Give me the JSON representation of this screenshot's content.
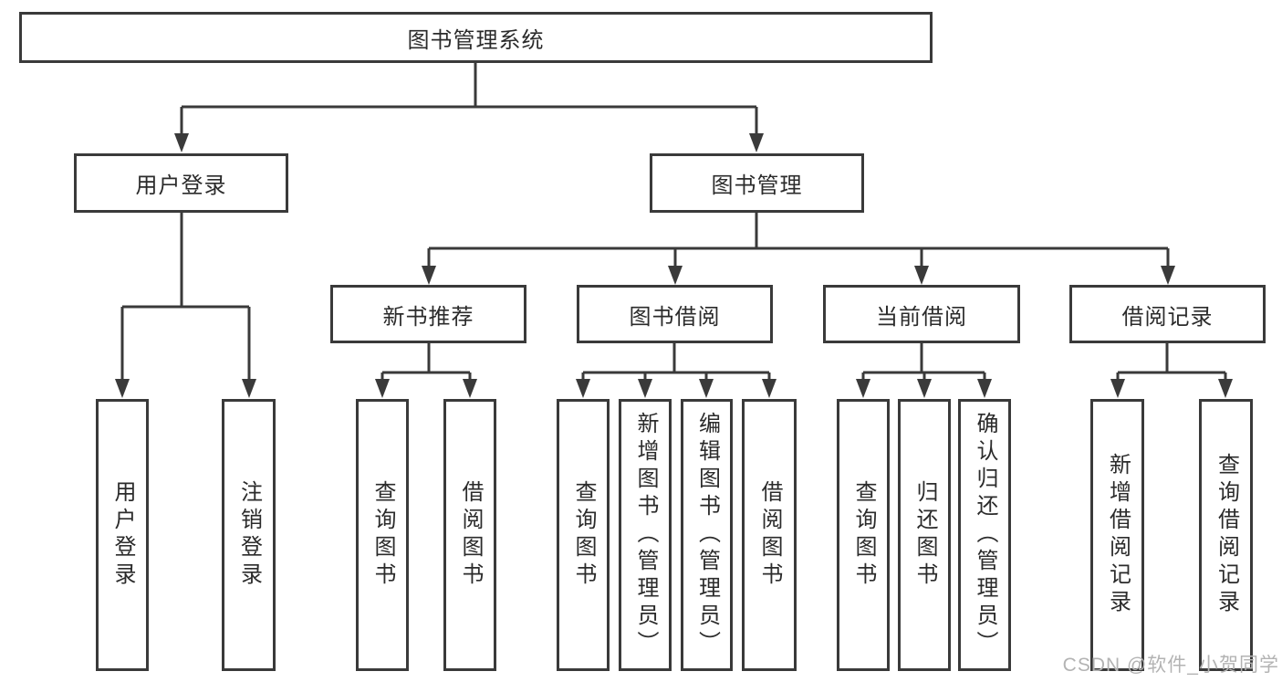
{
  "diagram": {
    "root": {
      "label": "图书管理系统"
    },
    "level2": {
      "user_login": {
        "label": "用户登录"
      },
      "book_mgmt": {
        "label": "图书管理"
      }
    },
    "level3": {
      "new_book_rec": {
        "label": "新书推荐"
      },
      "book_borrowing": {
        "label": "图书借阅"
      },
      "current_borrowing": {
        "label": "当前借阅"
      },
      "borrow_records": {
        "label": "借阅记录"
      }
    },
    "leaves": {
      "user_login": {
        "label": "用户登录"
      },
      "logout": {
        "label": "注销登录"
      },
      "query_book_rec": {
        "label": "查询图书"
      },
      "borrow_book_rec": {
        "label": "借阅图书"
      },
      "query_book_borrow": {
        "label": "查询图书"
      },
      "add_book_admin": {
        "label": "新增图书（管理员）"
      },
      "edit_book_admin": {
        "label": "编辑图书（管理员）"
      },
      "borrow_book_borrow": {
        "label": "借阅图书"
      },
      "query_book_current": {
        "label": "查询图书"
      },
      "return_book": {
        "label": "归还图书"
      },
      "confirm_return_admin": {
        "label": "确认归还（管理员）"
      },
      "add_borrow_record": {
        "label": "新增借阅记录"
      },
      "query_borrow_record": {
        "label": "查询借阅记录"
      }
    }
  },
  "watermark": {
    "text": "CSDN @软件_小贺同学"
  },
  "colors": {
    "line": "#3a3a3a",
    "text": "#2b2b2b",
    "watermark": "#b3b3b3",
    "background": "#ffffff"
  }
}
